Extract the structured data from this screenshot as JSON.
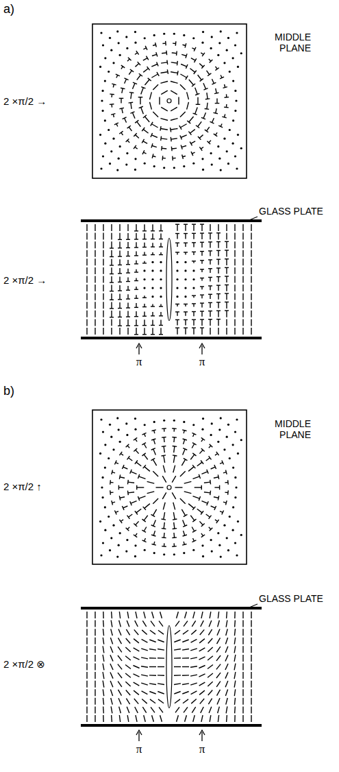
{
  "diagram": {
    "labels": [
      "a)",
      "2 ×π/2 →",
      "MIDDLE PLANE",
      "GLASS PLATE",
      "2 ×π/2 →",
      "π",
      "π",
      "b)",
      "2 ×π/2 ↑",
      "MIDDLE PLANE",
      "GLASS PLATE",
      "2 ×π/2 ⊗",
      "π",
      "π"
    ]
  }
}
